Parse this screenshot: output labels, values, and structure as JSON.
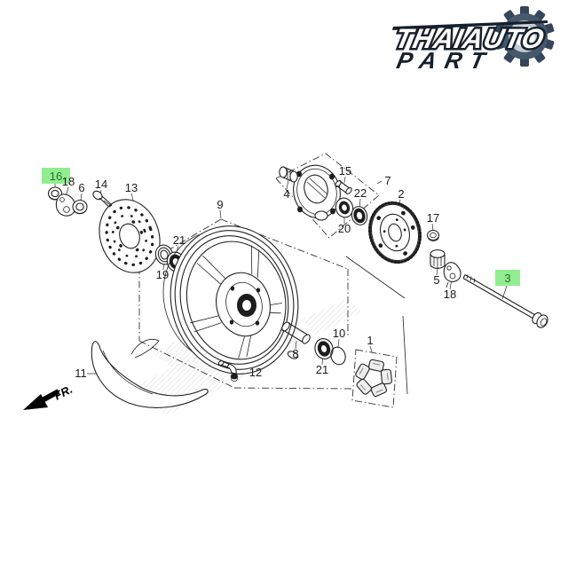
{
  "brand": {
    "name_line1": "THAIAUTO",
    "name_line2": "PART"
  },
  "diagram": {
    "type": "exploded-parts-diagram",
    "subject": "motorcycle rear wheel assembly",
    "direction_label": "FR.",
    "highlight_color": "#90ee90",
    "highlighted_parts": [
      "16",
      "3"
    ],
    "labels": [
      {
        "part": "16",
        "highlighted": true
      },
      {
        "part": "18",
        "highlighted": false
      },
      {
        "part": "6",
        "highlighted": false
      },
      {
        "part": "14",
        "highlighted": false
      },
      {
        "part": "13",
        "highlighted": false
      },
      {
        "part": "9",
        "highlighted": false
      },
      {
        "part": "21",
        "highlighted": false
      },
      {
        "part": "19",
        "highlighted": false
      },
      {
        "part": "4",
        "highlighted": false
      },
      {
        "part": "15",
        "highlighted": false
      },
      {
        "part": "22",
        "highlighted": false
      },
      {
        "part": "20",
        "highlighted": false
      },
      {
        "part": "7",
        "highlighted": false
      },
      {
        "part": "2",
        "highlighted": false
      },
      {
        "part": "17",
        "highlighted": false
      },
      {
        "part": "5",
        "highlighted": false
      },
      {
        "part": "18",
        "highlighted": false
      },
      {
        "part": "3",
        "highlighted": true
      },
      {
        "part": "8",
        "highlighted": false
      },
      {
        "part": "21",
        "highlighted": false
      },
      {
        "part": "10",
        "highlighted": false
      },
      {
        "part": "1",
        "highlighted": false
      },
      {
        "part": "12",
        "highlighted": false
      },
      {
        "part": "11",
        "highlighted": false
      }
    ]
  }
}
